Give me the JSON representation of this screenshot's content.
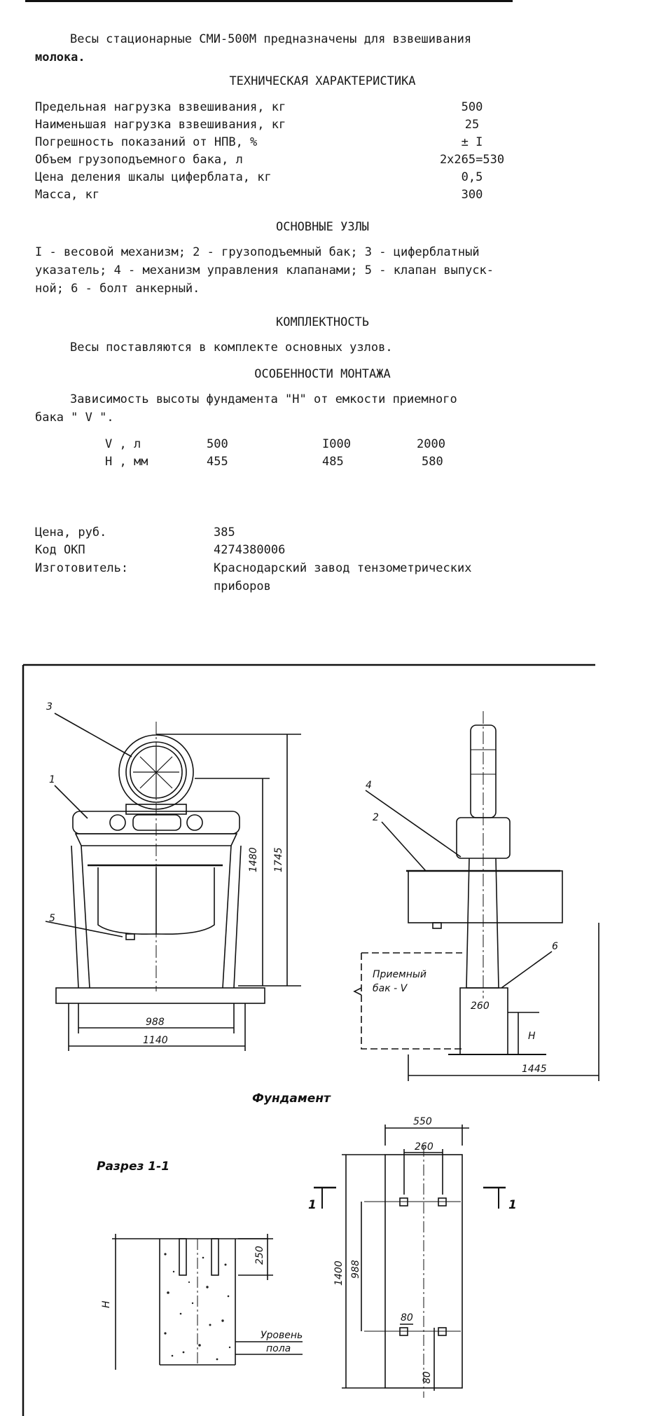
{
  "intro": {
    "line1": "Весы стационарные СМИ-500М предназначены для взвешивания",
    "line2": "молока."
  },
  "tech": {
    "heading": "ТЕХНИЧЕСКАЯ ХАРАКТЕРИСТИКА",
    "rows": [
      {
        "label": "Предельная нагрузка взвешивания, кг",
        "value": "500"
      },
      {
        "label": "Наименьшая нагрузка взвешивания, кг",
        "value": "25"
      },
      {
        "label": "Погрешность показаний от НПВ, %",
        "value": "± I"
      },
      {
        "label": "Объем грузоподъемного бака, л",
        "value": "2х265=530"
      },
      {
        "label": "Цена деления шкалы циферблата, кг",
        "value": "0,5"
      },
      {
        "label": "Масса, кг",
        "value": "300"
      }
    ]
  },
  "nodes": {
    "heading": "ОСНОВНЫЕ УЗЛЫ",
    "lines": [
      "I - весовой механизм; 2 - грузоподъемный бак; 3 - циферблатный",
      "указатель; 4 - механизм управления клапанами; 5 - клапан выпуск-",
      "ной; 6 - болт анкерный."
    ]
  },
  "kit": {
    "heading": "КОМПЛЕКТНОСТЬ",
    "text": "Весы поставляются в комплекте основных узлов."
  },
  "mount": {
    "heading": "ОСОБЕННОСТИ МОНТАЖА",
    "line1": "Зависимость высоты фундамента \"Н\" от емкости приемного",
    "line2": "бака \" V \".",
    "table": {
      "v_label": "V , л",
      "h_label": "Н , мм",
      "v_values": [
        "500",
        "I000",
        "2000"
      ],
      "h_values": [
        "455",
        "485",
        "580"
      ]
    }
  },
  "info": {
    "price_label": "Цена, руб.",
    "price_value": "385",
    "okp_label": "Код ОКП",
    "okp_value": "4274380006",
    "maker_label": "Изготовитель:",
    "maker_line1": "Краснодарский завод тензометрических",
    "maker_line2": "приборов"
  },
  "drawing": {
    "callouts": [
      "3",
      "1",
      "5",
      "4",
      "2",
      "6"
    ],
    "dim_988": "988",
    "dim_1140": "1140",
    "dim_1480": "1480",
    "dim_1745": "1745",
    "dim_260": "260",
    "dim_1445": "1445",
    "dim_h": "Н",
    "tank_label1": "Приемный",
    "tank_label2": "бак - V",
    "foundation_title": "Фундамент",
    "section_title": "Разрез 1-1",
    "dim_250": "250",
    "dim_550": "550",
    "dim_260b": "260",
    "dim_1400": "1400",
    "dim_988b": "988",
    "dim_80a": "80",
    "dim_80b": "80",
    "floor_label1": "Уровень",
    "floor_label2": "пола",
    "section_mark": "1"
  },
  "colors": {
    "ink": "#111111",
    "paper": "#ffffff"
  }
}
